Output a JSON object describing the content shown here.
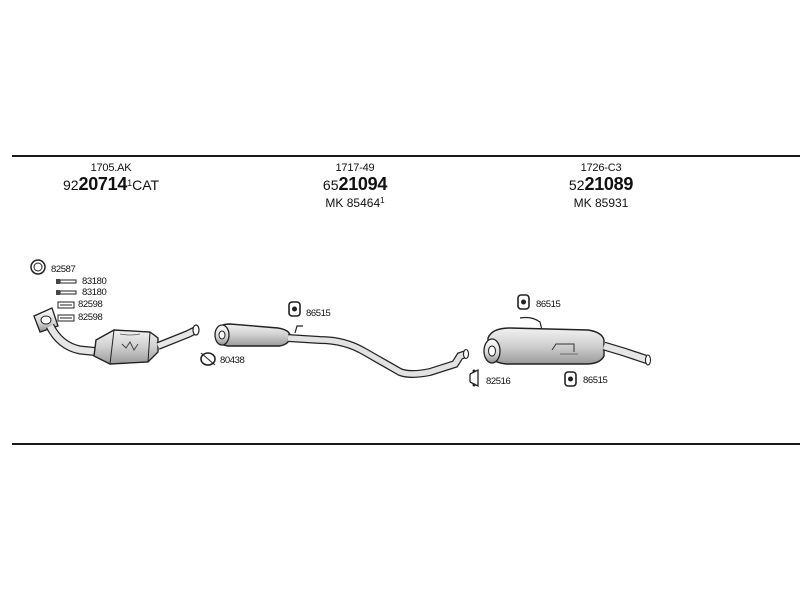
{
  "columns": [
    {
      "code": "1705.AK",
      "prefix": "92",
      "number": "20714",
      "superscript": "1",
      "suffix": "CAT",
      "mk": ""
    },
    {
      "code": "1717-49",
      "prefix": "65",
      "number": "21094",
      "superscript": "",
      "suffix": "",
      "mk": "MK 85464",
      "mk_superscript": "1"
    },
    {
      "code": "1726-C3",
      "prefix": "52",
      "number": "21089",
      "superscript": "",
      "suffix": "",
      "mk": "MK 85931",
      "mk_superscript": ""
    }
  ],
  "part_labels": {
    "p82587": "82587",
    "p83180a": "83180",
    "p83180b": "83180",
    "p82598a": "82598",
    "p82598b": "82598",
    "p80438": "80438",
    "p86515a": "86515",
    "p86515b": "86515",
    "p86515c": "86515",
    "p82516": "82516"
  },
  "icons": {
    "ring_clamp": "ring-clamp-icon",
    "bolt": "bolt-icon",
    "gasket": "gasket-icon",
    "rubber_hanger": "rubber-hanger-icon",
    "u_clamp": "u-clamp-icon"
  },
  "colors": {
    "line": "#1a1a1a",
    "part_fill": "#d9d9d9",
    "part_stroke": "#222222"
  }
}
